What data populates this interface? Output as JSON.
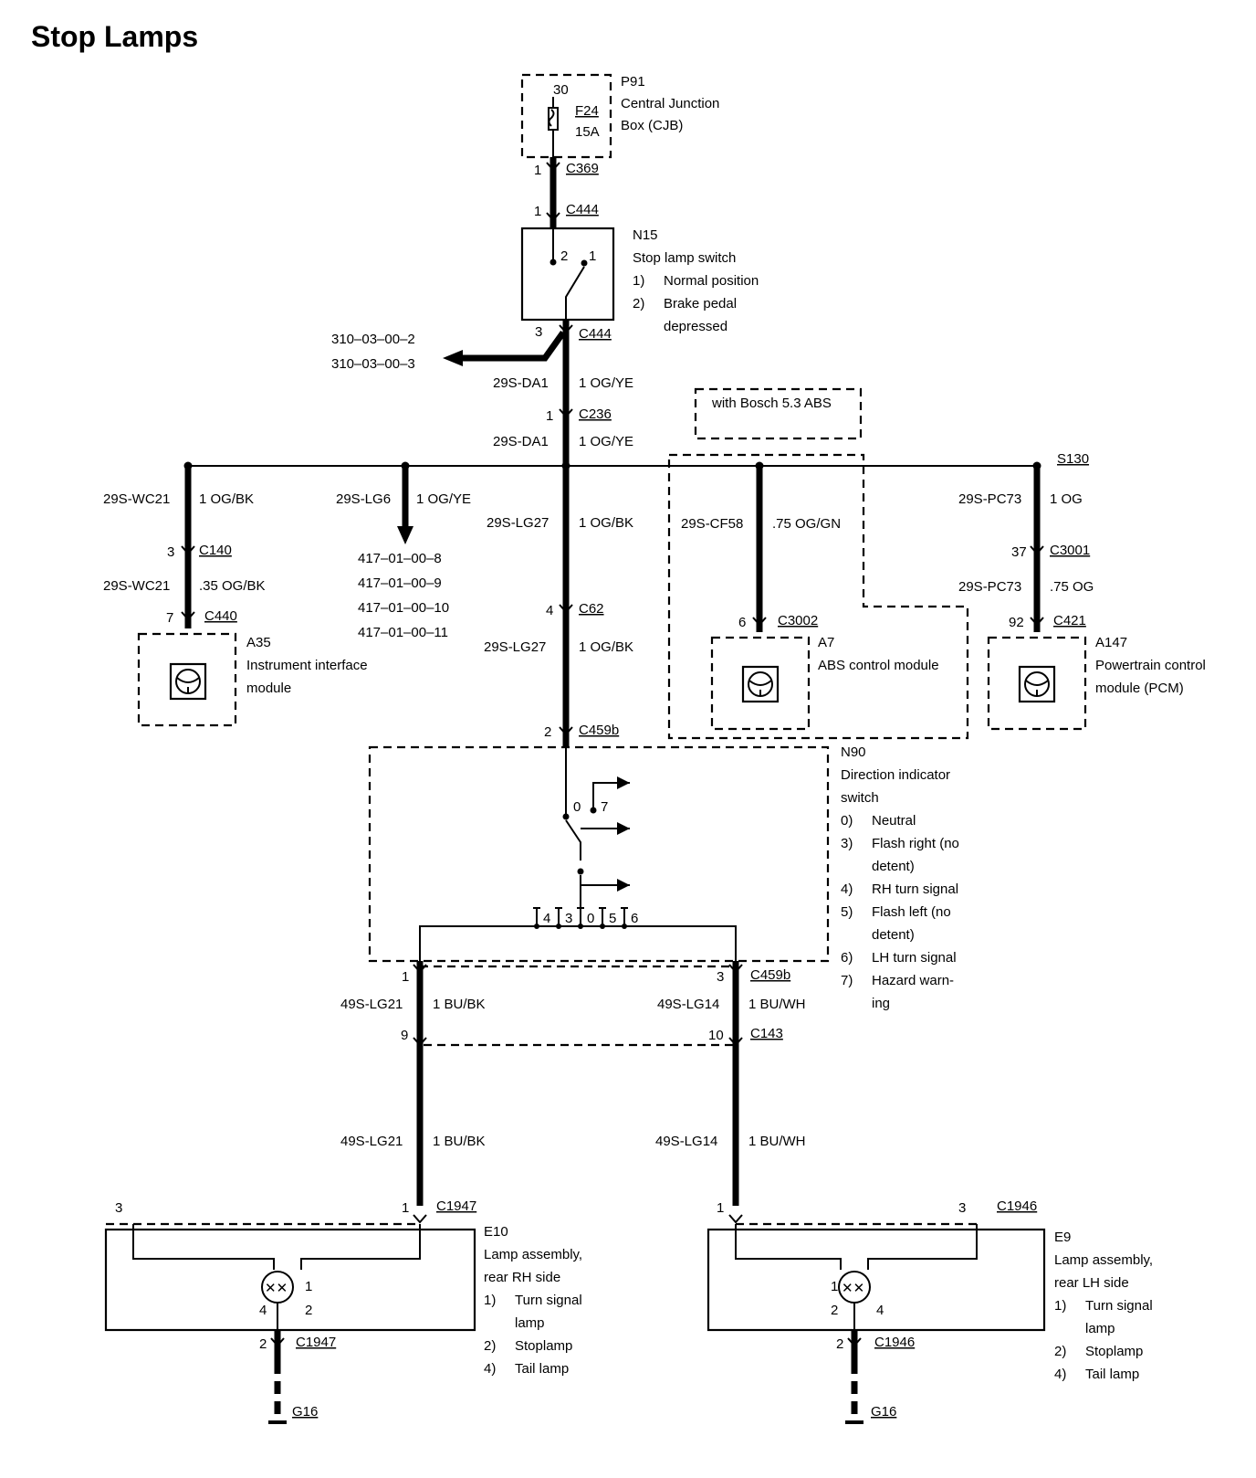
{
  "title": "Stop Lamps",
  "p91": {
    "id": "P91",
    "name1": "Central Junction",
    "name2": "Box (CJB)",
    "fuse": "F24",
    "rating": "15A",
    "pin": "30"
  },
  "c369": {
    "pin": "1",
    "name": "C369"
  },
  "c444_top": {
    "pin": "1",
    "name": "C444"
  },
  "n15": {
    "id": "N15",
    "name": "Stop lamp switch",
    "n1": "1)",
    "s1": "Normal position",
    "n2": "2)",
    "s2a": "Brake pedal",
    "s2b": "depressed",
    "pin2": "2",
    "pin1": "1"
  },
  "c444_bot": {
    "pin": "3",
    "name": "C444"
  },
  "refs_left": [
    "310–03–00–2",
    "310–03–00–3"
  ],
  "w1": {
    "code": "29S-DA1",
    "spec": "1 OG/YE"
  },
  "c236": {
    "pin": "1",
    "name": "C236"
  },
  "w2": {
    "code": "29S-DA1",
    "spec": "1 OG/YE"
  },
  "bosch": "with Bosch 5.3 ABS",
  "s130": "S130",
  "wc21a": {
    "code": "29S-WC21",
    "spec": "1 OG/BK"
  },
  "c140": {
    "pin": "3",
    "name": "C140"
  },
  "wc21b": {
    "code": "29S-WC21",
    "spec": ".35 OG/BK"
  },
  "c440": {
    "pin": "7",
    "name": "C440"
  },
  "a35": {
    "id": "A35",
    "l1": "Instrument interface",
    "l2": "module"
  },
  "lg6": {
    "code": "29S-LG6",
    "spec": "1 OG/YE"
  },
  "refs_lg6": [
    "417–01–00–8",
    "417–01–00–9",
    "417–01–00–10",
    "417–01–00–11"
  ],
  "lg27a": {
    "code": "29S-LG27",
    "spec": "1 OG/BK"
  },
  "c62": {
    "pin": "4",
    "name": "C62"
  },
  "lg27b": {
    "code": "29S-LG27",
    "spec": "1 OG/BK"
  },
  "c459b_top": {
    "pin": "2",
    "name": "C459b"
  },
  "cf58": {
    "code": "29S-CF58",
    "spec": ".75 OG/GN"
  },
  "c3002": {
    "pin": "6",
    "name": "C3002"
  },
  "a7": {
    "id": "A7",
    "name": "ABS control module"
  },
  "pc73a": {
    "code": "29S-PC73",
    "spec": "1 OG"
  },
  "c3001": {
    "pin": "37",
    "name": "C3001"
  },
  "pc73b": {
    "code": "29S-PC73",
    "spec": ".75 OG"
  },
  "c421": {
    "pin": "92",
    "name": "C421"
  },
  "a147": {
    "id": "A147",
    "l1": "Powertrain control",
    "l2": "module (PCM)"
  },
  "n90": {
    "id": "N90",
    "l1": "Direction indicator",
    "l2": "switch",
    "items": [
      {
        "n": "0)",
        "t": "Neutral"
      },
      {
        "n": "3)",
        "t": "Flash right (no"
      },
      {
        "n": "",
        "t": "detent)"
      },
      {
        "n": "4)",
        "t": "RH turn signal"
      },
      {
        "n": "5)",
        "t": "Flash left (no"
      },
      {
        "n": "",
        "t": "detent)"
      },
      {
        "n": "6)",
        "t": "LH turn signal"
      },
      {
        "n": "7)",
        "t": "Hazard warn-"
      },
      {
        "n": "",
        "t": "ing"
      }
    ],
    "pins": [
      "4",
      "3",
      "0",
      "5",
      "6"
    ],
    "p0": "0",
    "p7": "7"
  },
  "c459b_bot": {
    "pin_l": "1",
    "pin_r": "3",
    "name": "C459b"
  },
  "lg21a": {
    "code": "49S-LG21",
    "spec": "1 BU/BK"
  },
  "lg14a": {
    "code": "49S-LG14",
    "spec": "1 BU/WH"
  },
  "c143": {
    "pin_l": "9",
    "pin_r": "10",
    "name": "C143"
  },
  "lg21b": {
    "code": "49S-LG21",
    "spec": "1 BU/BK"
  },
  "lg14b": {
    "code": "49S-LG14",
    "spec": "1 BU/WH"
  },
  "c1947": {
    "pin_l": "3",
    "pin_r": "1",
    "name": "C1947",
    "pin_g": "2"
  },
  "c1946": {
    "pin_l": "1",
    "pin_r": "3",
    "name": "C1946",
    "pin_g": "2"
  },
  "e10": {
    "id": "E10",
    "l1": "Lamp assembly,",
    "l2": "rear RH side",
    "i1n": "1)",
    "i1a": "Turn signal",
    "i1b": "lamp",
    "i2n": "2)",
    "i2": "Stoplamp",
    "i4n": "4)",
    "i4": "Tail lamp",
    "b1": "1",
    "b2": "2",
    "b4": "4"
  },
  "e9": {
    "id": "E9",
    "l1": "Lamp assembly,",
    "l2": "rear LH side",
    "i1n": "1)",
    "i1a": "Turn signal",
    "i1b": "lamp",
    "i2n": "2)",
    "i2": "Stoplamp",
    "i4n": "4)",
    "i4": "Tail lamp",
    "b1": "1",
    "b2": "2",
    "b4": "4"
  },
  "g16_l": "G16",
  "g16_r": "G16"
}
